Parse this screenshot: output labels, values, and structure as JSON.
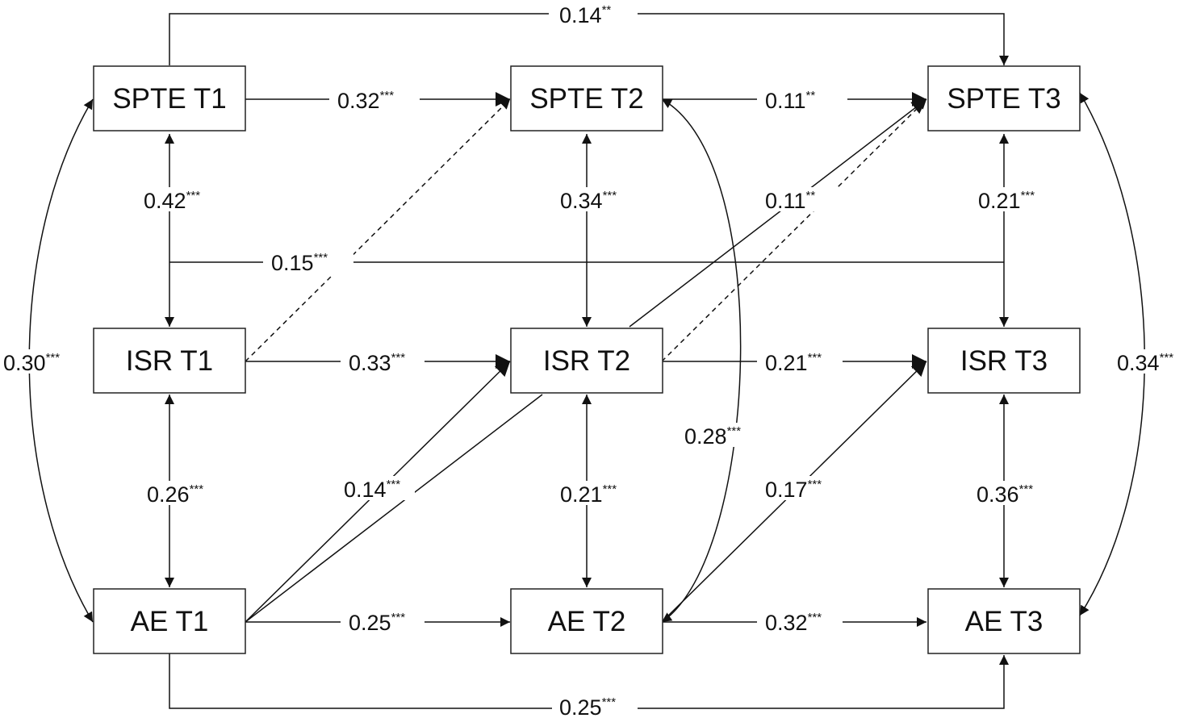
{
  "nodes": {
    "spte_t1": "SPTE T1",
    "spte_t2": "SPTE T2",
    "spte_t3": "SPTE T3",
    "isr_t1": "ISR T1",
    "isr_t2": "ISR T2",
    "isr_t3": "ISR T3",
    "ae_t1": "AE T1",
    "ae_t2": "AE T2",
    "ae_t3": "AE T3"
  },
  "coefficients": {
    "spte1_spte3": {
      "value": "0.14",
      "sig": "**"
    },
    "spte1_spte2": {
      "value": "0.32",
      "sig": "***"
    },
    "spte2_spte3": {
      "value": "0.11",
      "sig": "**"
    },
    "spte1_isr1": {
      "value": "0.42",
      "sig": "***"
    },
    "spte2_isr2": {
      "value": "0.34",
      "sig": "***"
    },
    "isr2_spte3": {
      "value": "0.11",
      "sig": "**"
    },
    "spte3_isr3": {
      "value": "0.21",
      "sig": "***"
    },
    "spte1_isr3": {
      "value": "0.15",
      "sig": "***"
    },
    "spte1_ae1": {
      "value": "0.30",
      "sig": "***"
    },
    "isr1_isr2": {
      "value": "0.33",
      "sig": "***"
    },
    "isr2_isr3": {
      "value": "0.21",
      "sig": "***"
    },
    "spte3_ae3": {
      "value": "0.34",
      "sig": "***"
    },
    "spte2_ae2": {
      "value": "0.28",
      "sig": "***"
    },
    "isr1_ae1": {
      "value": "0.26",
      "sig": "***"
    },
    "ae1_isr2": {
      "value": "0.14",
      "sig": "***"
    },
    "isr2_ae2": {
      "value": "0.21",
      "sig": "***"
    },
    "ae2_isr3": {
      "value": "0.17",
      "sig": "***"
    },
    "isr3_ae3": {
      "value": "0.36",
      "sig": "***"
    },
    "ae1_ae2": {
      "value": "0.25",
      "sig": "***"
    },
    "ae2_ae3": {
      "value": "0.32",
      "sig": "***"
    },
    "ae1_ae3": {
      "value": "0.25",
      "sig": "***"
    }
  }
}
